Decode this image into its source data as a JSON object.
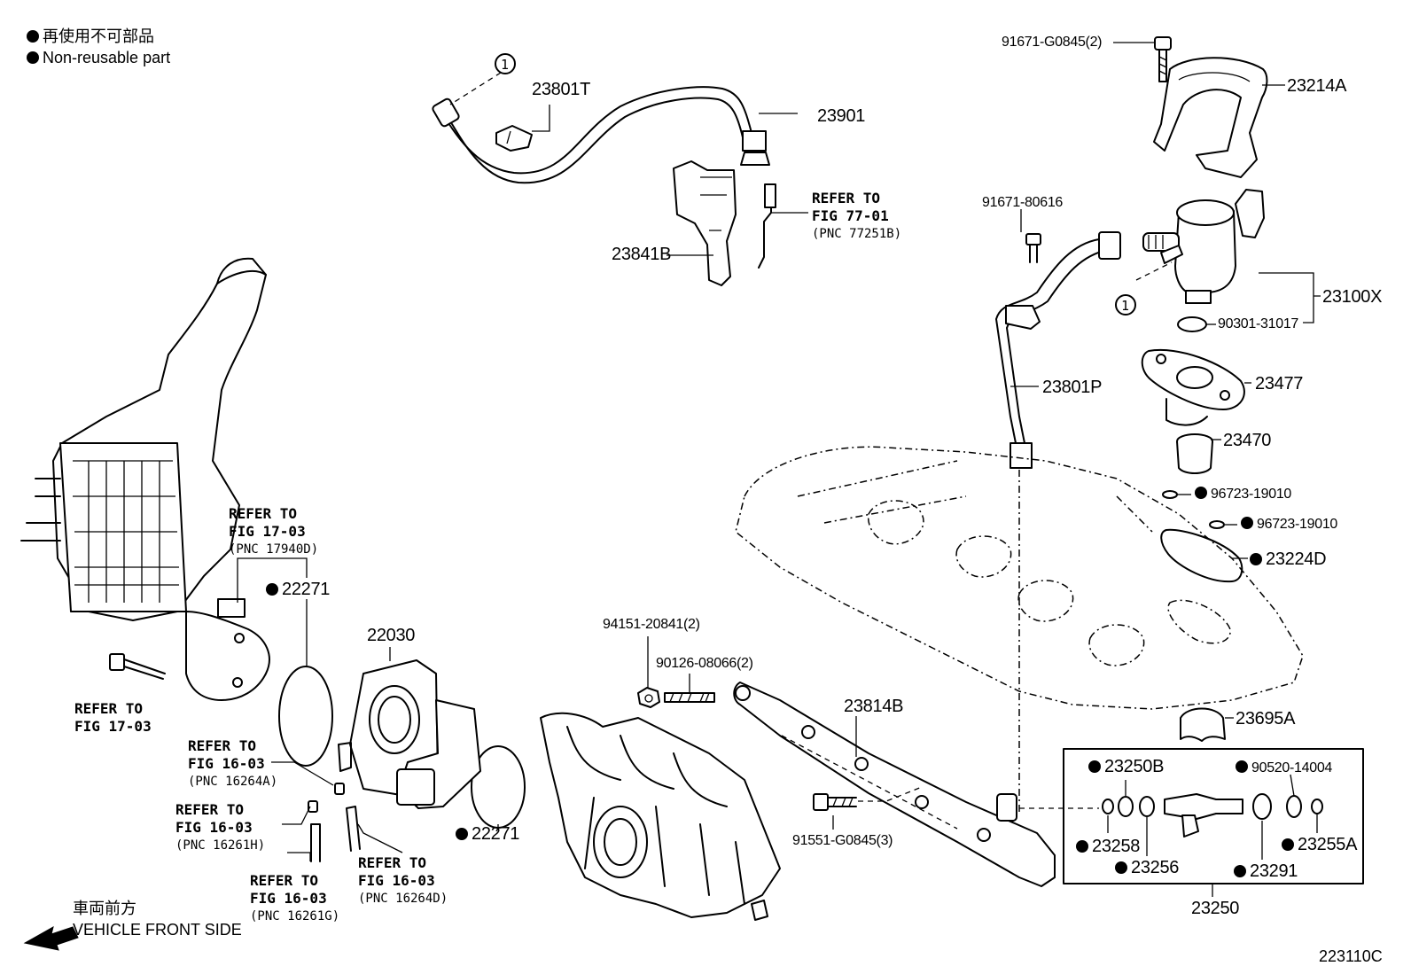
{
  "legend": {
    "line_jp": "再使用不可部品",
    "line_en": "Non-reusable part"
  },
  "front": {
    "jp": "車両前方",
    "en": "VEHICLE FRONT SIDE"
  },
  "figure_code": "223110C",
  "callout_marker": "1",
  "parts": {
    "p23801T": "23801T",
    "p23901": "23901",
    "p23841B": "23841B",
    "p91671G0845": "91671-G0845(2)",
    "p23214A": "23214A",
    "p9167180616": "91671-80616",
    "p23100X": "23100X",
    "p9030131017": "90301-31017",
    "p23477": "23477",
    "p23801P": "23801P",
    "p23470": "23470",
    "p96723a": "96723-19010",
    "p96723b": "96723-19010",
    "p23224D": "23224D",
    "p22271a": "22271",
    "p22030": "22030",
    "p22271b": "22271",
    "p9415120841": "94151-20841(2)",
    "p9012608066": "90126-08066(2)",
    "p23814B": "23814B",
    "p23695A": "23695A",
    "p23250B": "23250B",
    "p9052014004": "90520-14004",
    "p23258": "23258",
    "p23256": "23256",
    "p23291": "23291",
    "p23255A": "23255A",
    "p23250": "23250",
    "p91551G0845": "91551-G0845(3)"
  },
  "refs": {
    "r77": {
      "l1": "REFER TO",
      "l2": "FIG 77-01",
      "l3": "(PNC 77251B)"
    },
    "r17a": {
      "l1": "REFER TO",
      "l2": "FIG 17-03",
      "l3": "(PNC 17940D)"
    },
    "r17b": {
      "l1": "REFER TO",
      "l2": "FIG 17-03"
    },
    "r16a": {
      "l1": "REFER TO",
      "l2": "FIG 16-03",
      "l3": "(PNC 16264A)"
    },
    "r16h": {
      "l1": "REFER TO",
      "l2": "FIG 16-03",
      "l3": "(PNC 16261H)"
    },
    "r16g": {
      "l1": "REFER TO",
      "l2": "FIG 16-03",
      "l3": "(PNC 16261G)"
    },
    "r16d": {
      "l1": "REFER TO",
      "l2": "FIG 16-03",
      "l3": "(PNC 16264D)"
    }
  }
}
